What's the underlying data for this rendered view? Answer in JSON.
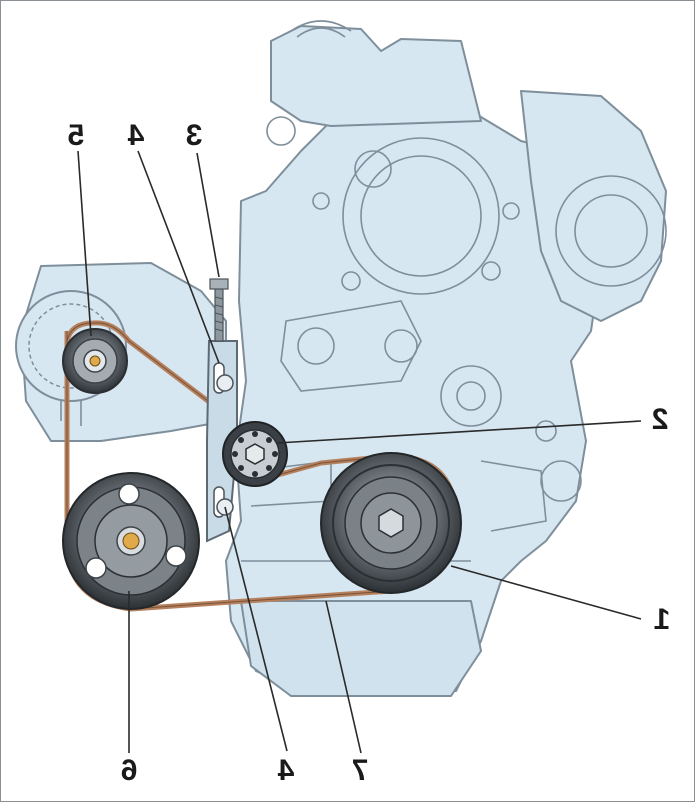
{
  "diagram": {
    "colors": {
      "engine_fill": "#d6e7f2",
      "engine_stroke": "#7e8f9b",
      "belt": "#b5805e",
      "pulley_dark": "#3d4348",
      "pulley_mid": "#7b8187",
      "leader": "#2a2a2a"
    },
    "callouts": [
      {
        "id": "c1",
        "text": "1"
      },
      {
        "id": "c2",
        "text": "2"
      },
      {
        "id": "c3",
        "text": "3"
      },
      {
        "id": "c4a",
        "text": "4"
      },
      {
        "id": "c4b",
        "text": "4"
      },
      {
        "id": "c5",
        "text": "5"
      },
      {
        "id": "c6",
        "text": "6"
      },
      {
        "id": "c7",
        "text": "7"
      }
    ]
  }
}
